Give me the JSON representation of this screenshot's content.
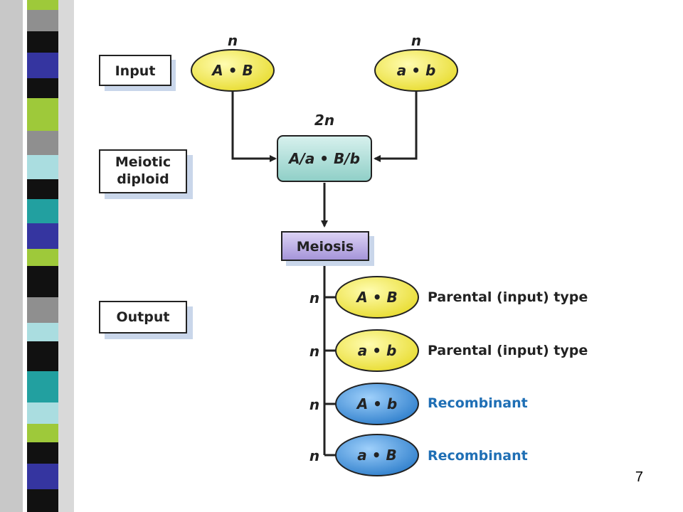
{
  "stage_labels": {
    "input": "Input",
    "meiotic_diploid": [
      "Meiotic",
      "diploid"
    ],
    "output": "Output"
  },
  "inputs": [
    {
      "ploidy": "n",
      "genotype": "A • B"
    },
    {
      "ploidy": "n",
      "genotype": "a • b"
    }
  ],
  "diploid": {
    "ploidy": "2n",
    "genotype": "A/a • B/b"
  },
  "process": "Meiosis",
  "outputs": [
    {
      "ploidy": "n",
      "genotype": "A • B",
      "type": "Parental (input) type",
      "kind": "parental"
    },
    {
      "ploidy": "n",
      "genotype": "a • b",
      "type": "Parental (input) type",
      "kind": "parental"
    },
    {
      "ploidy": "n",
      "genotype": "A • b",
      "type": "Recombinant",
      "kind": "recombinant"
    },
    {
      "ploidy": "n",
      "genotype": "a • B",
      "type": "Recombinant",
      "kind": "recombinant"
    }
  ],
  "page_number": "7",
  "colors": {
    "parental_fill": "#f4ec5a",
    "recombinant_fill": "#3f8fd8",
    "recombinant_text": "#1f6fb5",
    "diploid_fill": "#a9dcd6",
    "meiosis_fill": "#b7a8e0",
    "shadow": "#c9d6ea"
  }
}
